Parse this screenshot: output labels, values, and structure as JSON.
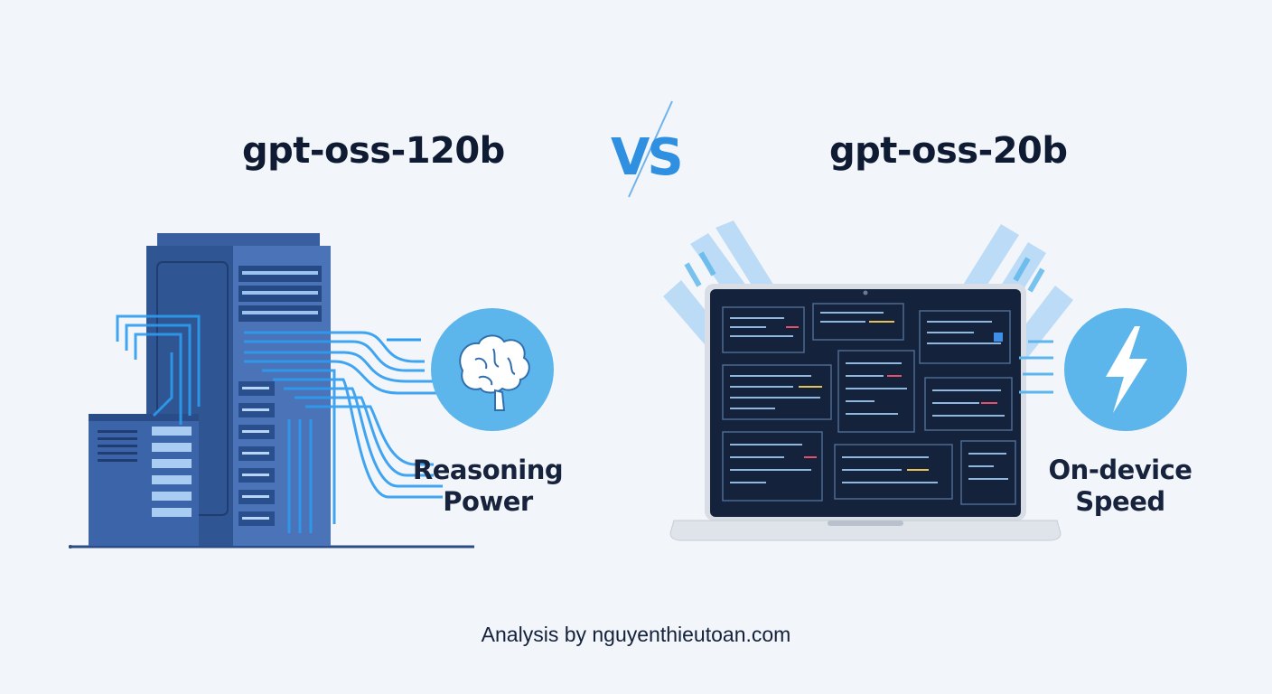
{
  "left": {
    "title": "gpt-oss-120b",
    "caption_line1": "Reasoning",
    "caption_line2": "Power",
    "icon": "brain-icon",
    "illustration": "server-rack"
  },
  "vs": {
    "label": "VS"
  },
  "right": {
    "title": "gpt-oss-20b",
    "caption_line1": "On-device",
    "caption_line2": "Speed",
    "icon": "lightning-bolt-icon",
    "illustration": "laptop-with-code"
  },
  "footer": {
    "text": "Analysis by nguyenthieutoan.com"
  },
  "colors": {
    "background": "#f2f6fb",
    "accent_blue": "#2f8fe0",
    "badge_blue": "#5cb6ec",
    "server_navy": "#2b4c86",
    "laptop_screen": "#14223c",
    "text_dark": "#0f1b33"
  }
}
